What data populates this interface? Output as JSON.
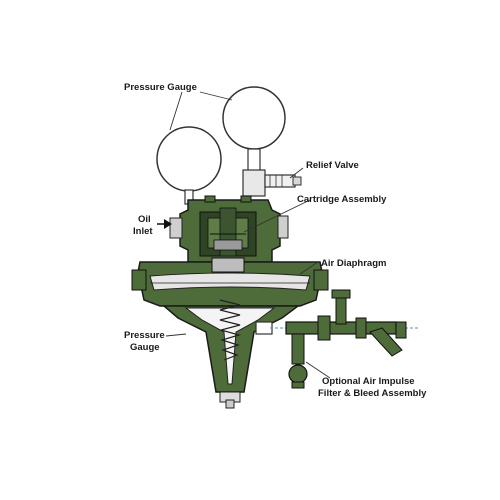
{
  "labels": {
    "pressure_gauge_top": "Pressure Gauge",
    "relief_valve": "Relief Valve",
    "cartridge_assembly": "Cartridge Assembly",
    "oil_inlet_line1": "Oil",
    "oil_inlet_line2": "Inlet",
    "air_diaphragm": "Air Diaphragm",
    "pressure_gauge_bottom_line1": "Pressure",
    "pressure_gauge_bottom_line2": "Gauge",
    "filter_line1": "Optional Air Impulse",
    "filter_line2": "Filter & Bleed Assembly"
  },
  "colors": {
    "body_green": "#4e6b3a",
    "dark_green": "#2f4424",
    "outline": "#1a1a1a",
    "line": "#333333",
    "light_fill": "#f4f4f4",
    "dashed_blue": "#6a8db8"
  }
}
